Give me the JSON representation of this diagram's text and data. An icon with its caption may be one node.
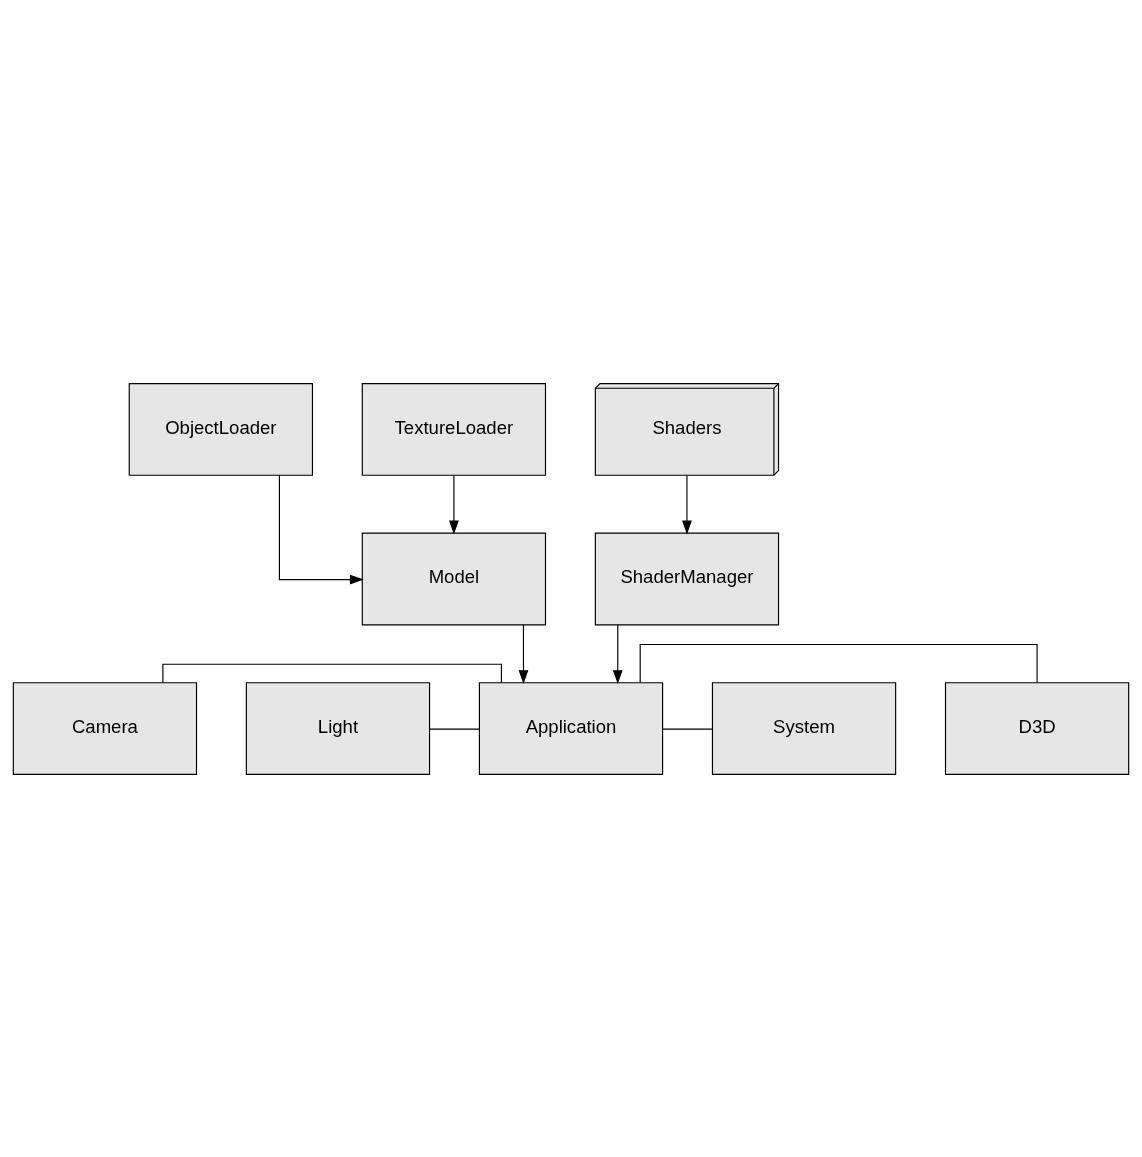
{
  "diagram": {
    "nodes": [
      {
        "text": [
          "ObjectLoader"
        ]
      },
      {
        "text": [
          "TextureLoader"
        ]
      },
      {
        "text": [
          "Model"
        ]
      },
      {
        "text": [
          "Camera"
        ]
      },
      {
        "text": [
          "Application"
        ]
      },
      {
        "text": [
          "D3D"
        ]
      },
      {
        "text": [
          "Light"
        ]
      },
      {
        "text": [
          "System"
        ]
      },
      {
        "text": [
          "ShaderManager"
        ]
      },
      {
        "text": [
          "Shaders"
        ]
      }
    ],
    "edges": [
      {
        "from": 0,
        "to": 2,
        "arrow": "to"
      },
      {
        "from": 1,
        "to": 2,
        "arrow": "to"
      },
      {
        "from": 2,
        "to": 4,
        "arrow": "to"
      },
      {
        "from": 3,
        "to": 4,
        "arrow": "none"
      },
      {
        "from": 6,
        "to": 4,
        "arrow": "none"
      },
      {
        "from": 4,
        "to": 5,
        "arrow": "none"
      },
      {
        "from": 4,
        "to": 7,
        "arrow": "none"
      },
      {
        "from": 8,
        "to": 4,
        "arrow": "to"
      },
      {
        "from": 9,
        "to": 8,
        "arrow": "to"
      }
    ]
  }
}
